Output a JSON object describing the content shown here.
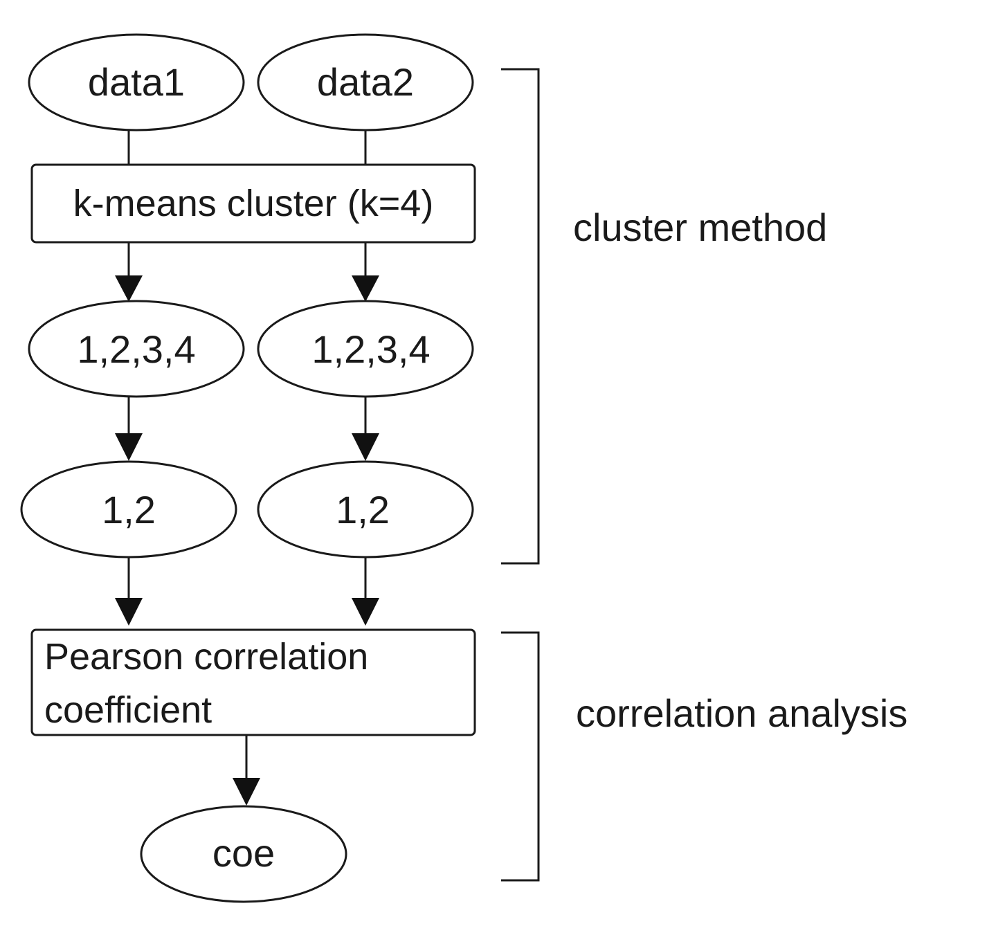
{
  "nodes": {
    "data1": "data1",
    "data2": "data2",
    "kmeans": "k-means cluster (k=4)",
    "clusters_left": "1,2,3,4",
    "clusters_right": "1,2,3,4",
    "selected_left": "1,2",
    "selected_right": "1,2",
    "pearson_line1": "Pearson correlation",
    "pearson_line2": "coefficient",
    "coe": "coe"
  },
  "sections": {
    "cluster_method": "cluster method",
    "correlation_analysis": "correlation analysis"
  }
}
